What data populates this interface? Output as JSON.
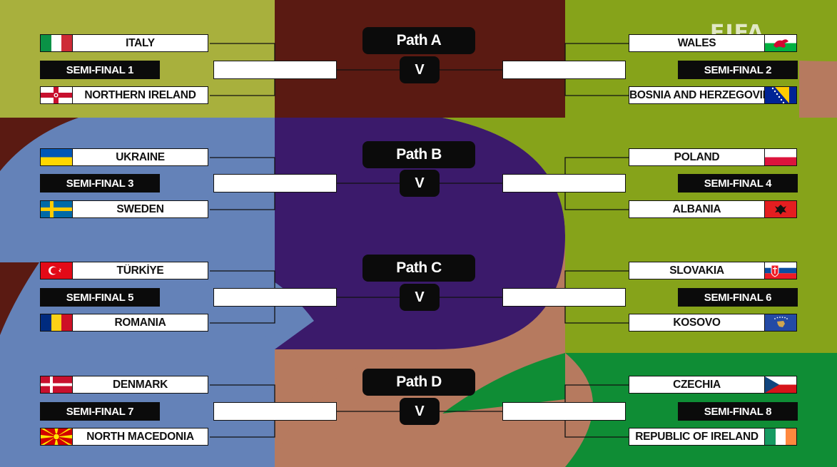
{
  "logo": "FIFA",
  "vs_label": "V",
  "colors": {
    "olive": "#a8b03d",
    "maroon": "#5a1a12",
    "green": "#86a31a",
    "blue": "#6482b8",
    "purple": "#3b1a6b",
    "terracotta": "#b67a5f",
    "darkgreen": "#0f8d35"
  },
  "paths": [
    {
      "label": "Path A",
      "left": {
        "semi": "SEMI-FINAL 1",
        "team1": {
          "name": "ITALY",
          "flag": "italy-flag"
        },
        "team2": {
          "name": "NORTHERN IRELAND",
          "flag": "northern-ireland-flag"
        }
      },
      "right": {
        "semi": "SEMI-FINAL 2",
        "team1": {
          "name": "WALES",
          "flag": "wales-flag"
        },
        "team2": {
          "name": "BOSNIA AND HERZEGOVINA",
          "flag": "bosnia-flag"
        }
      }
    },
    {
      "label": "Path B",
      "left": {
        "semi": "SEMI-FINAL 3",
        "team1": {
          "name": "UKRAINE",
          "flag": "ukraine-flag"
        },
        "team2": {
          "name": "SWEDEN",
          "flag": "sweden-flag"
        }
      },
      "right": {
        "semi": "SEMI-FINAL 4",
        "team1": {
          "name": "POLAND",
          "flag": "poland-flag"
        },
        "team2": {
          "name": "ALBANIA",
          "flag": "albania-flag"
        }
      }
    },
    {
      "label": "Path C",
      "left": {
        "semi": "SEMI-FINAL 5",
        "team1": {
          "name": "TÜRKİYE",
          "flag": "turkiye-flag"
        },
        "team2": {
          "name": "ROMANIA",
          "flag": "romania-flag"
        }
      },
      "right": {
        "semi": "SEMI-FINAL 6",
        "team1": {
          "name": "SLOVAKIA",
          "flag": "slovakia-flag"
        },
        "team2": {
          "name": "KOSOVO",
          "flag": "kosovo-flag"
        }
      }
    },
    {
      "label": "Path D",
      "left": {
        "semi": "SEMI-FINAL 7",
        "team1": {
          "name": "DENMARK",
          "flag": "denmark-flag"
        },
        "team2": {
          "name": "NORTH MACEDONIA",
          "flag": "north-macedonia-flag"
        }
      },
      "right": {
        "semi": "SEMI-FINAL 8",
        "team1": {
          "name": "CZECHIA",
          "flag": "czechia-flag"
        },
        "team2": {
          "name": "REPUBLIC OF IRELAND",
          "flag": "ireland-flag"
        }
      }
    }
  ]
}
